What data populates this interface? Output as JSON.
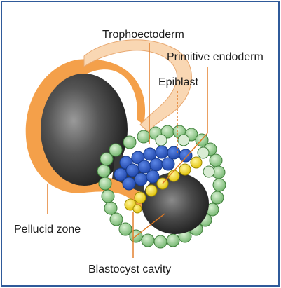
{
  "labels": {
    "trophoectoderm": "Trophoectoderm",
    "primitive_endoderm": "Primitive endoderm",
    "epiblast": "Epiblast",
    "pellucid_zone": "Pellucid zone",
    "blastocyst_cavity": "Blastocyst cavity"
  },
  "colors": {
    "border": "#2f5a9a",
    "pellucid_orange": "#f4a04a",
    "pellucid_inner": "#f9d7b3",
    "trophoectoderm_green": "#8fc98a",
    "epiblast_blue": "#2d5cc7",
    "endoderm_yellow": "#f2d500",
    "leader_line": "#e07820",
    "cavity_dark": "#2b2b2b"
  }
}
